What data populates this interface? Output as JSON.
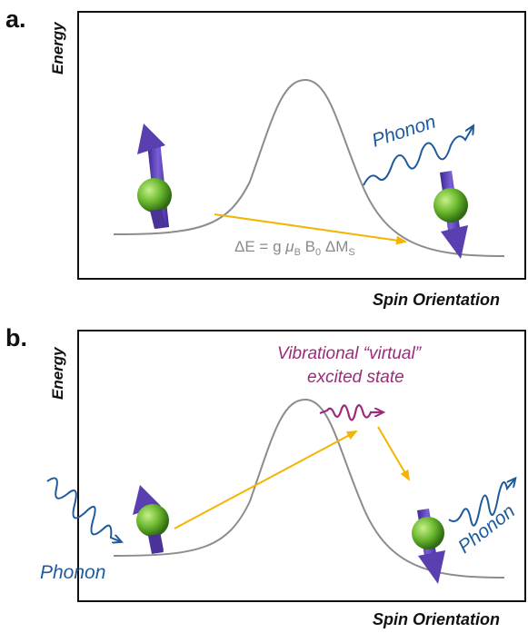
{
  "panel_a": {
    "letter": "a.",
    "y_label": "Energy",
    "x_label": "Spin Orientation",
    "phonon_label": "Phonon",
    "equation": {
      "delta_e": "ΔE = g ",
      "mu": "μ",
      "mu_sub": "B",
      "b": " B",
      "b_sub": "0",
      "dm": " ΔM",
      "dm_sub": "S"
    }
  },
  "panel_b": {
    "letter": "b.",
    "y_label": "Energy",
    "x_label": "Spin Orientation",
    "phonon_in_label": "Phonon",
    "phonon_out_label": "Phonon",
    "virtual_line1": "Vibrational “virtual”",
    "virtual_line2": "excited state"
  },
  "colors": {
    "curve": "#8c8c8c",
    "arrow_yellow": "#f4b400",
    "phonon_blue": "#1f5a9a",
    "virtual_magenta": "#9b2a7a",
    "spin_arrow": "#5a3fb0",
    "sphere": "#6ab82e"
  }
}
